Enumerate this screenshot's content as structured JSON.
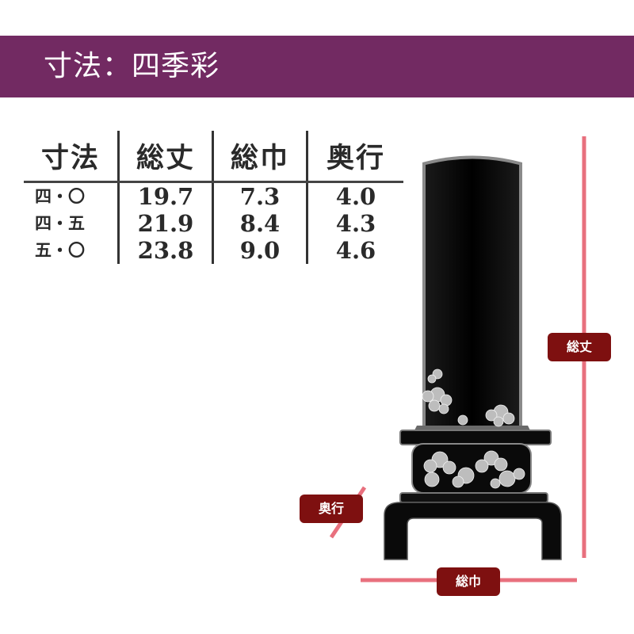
{
  "header": {
    "title": "寸法：四季彩"
  },
  "table": {
    "headers": [
      "寸法",
      "総丈",
      "総巾",
      "奥行"
    ],
    "rows": [
      {
        "model": "四・〇",
        "height": "19.7",
        "width": "7.3",
        "depth": "4.0"
      },
      {
        "model": "四・五",
        "height": "21.9",
        "width": "8.4",
        "depth": "4.3"
      },
      {
        "model": "五・〇",
        "height": "23.8",
        "width": "9.0",
        "depth": "4.6"
      }
    ]
  },
  "dimension_labels": {
    "height": "総丈",
    "depth": "奥行",
    "width": "総巾"
  },
  "colors": {
    "header_bg": "#722a62",
    "label_bg": "#7e1010",
    "dimension_line": "#e8707e"
  }
}
